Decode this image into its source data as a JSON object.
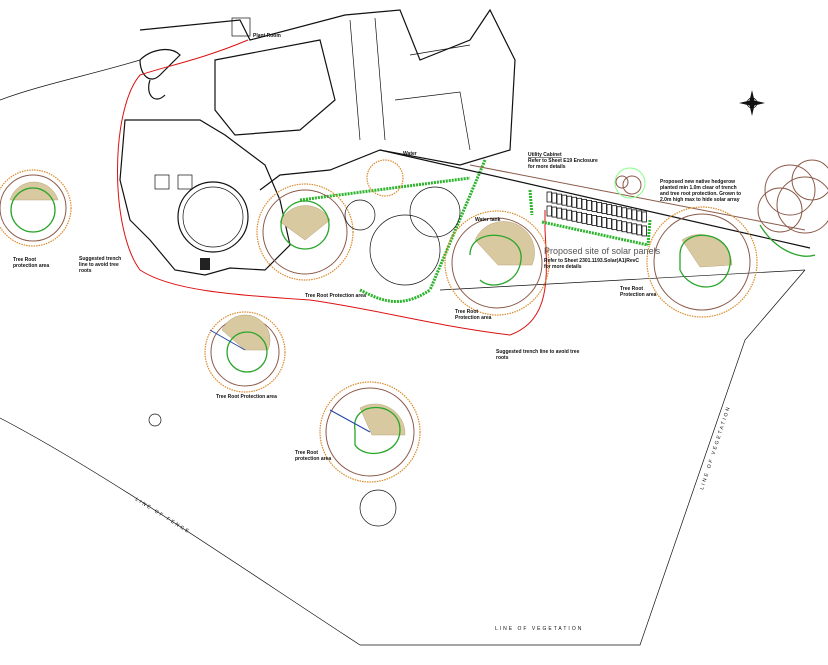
{
  "labels": {
    "plant_room": "Plant Room",
    "water": "Water",
    "water_tank": "Water tank",
    "utility_cabinet": [
      "Utility Cabinet",
      "Refer to Sheet E19 Enclosure",
      "for more details"
    ],
    "hedgerow": [
      "Proposed new native hedgerow",
      "planted min 1.0m clear of trench",
      "and tree root protection. Grown to",
      "2.0m high max to hide solar array"
    ],
    "solar_site": "Proposed site of solar panels",
    "solar_ref": [
      "Refer to Sheet 2301.1193.Solar(A1)RevC",
      "for more details"
    ],
    "trench_left": [
      "Suggested trench",
      "line to avoid tree",
      "roots"
    ],
    "trench_bottom": [
      "Suggested trench line to avoid tree",
      "roots"
    ],
    "rpa_left": [
      "Tree Root",
      "protection area"
    ],
    "rpa_center": "Tree Root Protection area",
    "rpa_tank": [
      "Tree Root",
      "Protection area"
    ],
    "rpa_right": [
      "Tree Root",
      "Protection area"
    ],
    "rpa_mid": "Tree Root Protection area",
    "rpa_lower": [
      "Tree Root",
      "protection area"
    ],
    "line_of_fence": "LINE OF FENCE",
    "line_of_vegetation_bottom": "LINE OF VEGETATION",
    "line_of_vegetation_right": "LINE OF VEGETATION"
  },
  "colors": {
    "trench": "#dd1111",
    "canopy": "#2aa52a",
    "rpa": "#d98a2b",
    "hatch": "#d8c9a0"
  }
}
